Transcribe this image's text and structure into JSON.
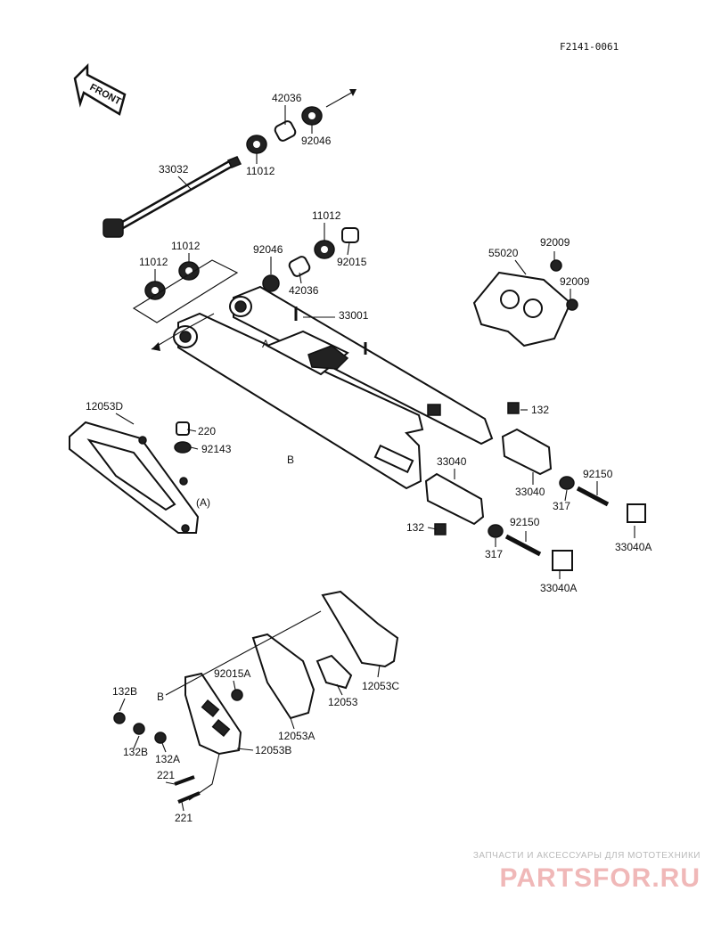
{
  "diagram": {
    "ref_code": "F2141-0061",
    "front_label": "FRONT",
    "labels": {
      "p42036_top": "42036",
      "p92046_top": "92046",
      "p11012_top": "11012",
      "p33032": "33032",
      "p11012_r": "11012",
      "p92046_m": "92046",
      "p92015": "92015",
      "p42036_m": "42036",
      "p11012_l1": "11012",
      "p11012_l2": "11012",
      "p33001": "33001",
      "p55020": "55020",
      "p92009_a": "92009",
      "p92009_b": "92009",
      "p132_a": "132",
      "p12053D": "12053D",
      "p220": "220",
      "p92143": "92143",
      "p33040_a": "33040",
      "p33040_b": "33040",
      "p92150_a": "92150",
      "p317_a": "317",
      "p33040A_a": "33040A",
      "p132_b": "132",
      "p92150_b": "92150",
      "p317_b": "317",
      "p33040A_b": "33040A",
      "p12053C": "12053C",
      "p92015A": "92015A",
      "p12053": "12053",
      "p12053A": "12053A",
      "p12053B": "12053B",
      "p132B_a": "132B",
      "p132B_b": "132B",
      "p132A": "132A",
      "p221_a": "221",
      "p221_b": "221",
      "ref_A1": "A",
      "ref_A2": "(A)",
      "ref_B1": "B",
      "ref_B2": "B"
    }
  },
  "watermark": {
    "tagline": "ЗАПЧАСТИ И АКСЕССУАРЫ ДЛЯ МОТОТЕХНИКИ",
    "brand": "PARTSFOR.RU"
  }
}
